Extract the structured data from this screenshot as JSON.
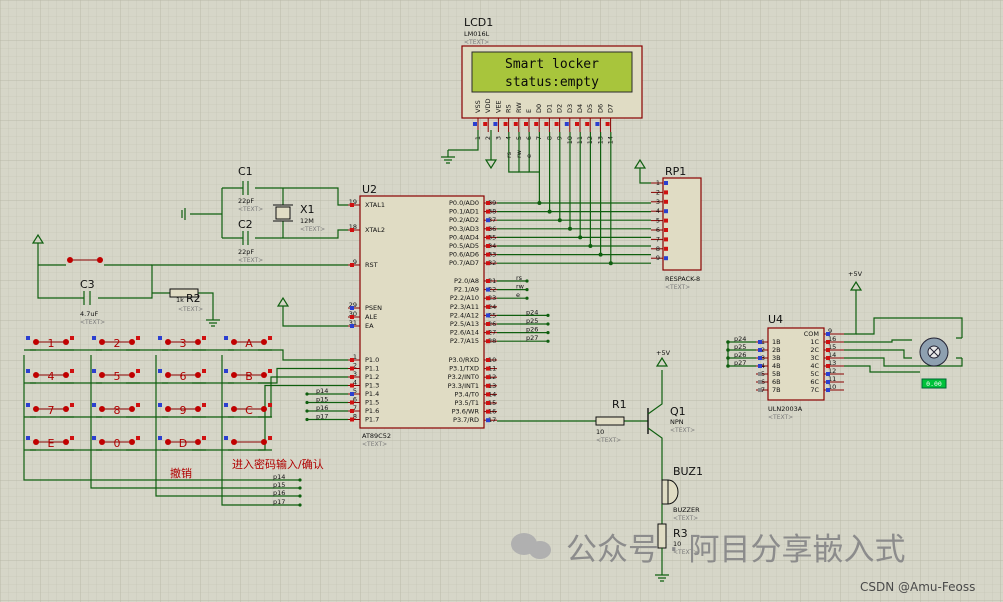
{
  "lcd": {
    "ref": "LCD1",
    "model": "LM016L",
    "text_tag": "<TEXT>",
    "line1": "Smart locker",
    "line2": "status:empty",
    "pins": [
      "VSS",
      "VDD",
      "VEE",
      "RS",
      "RW",
      "E",
      "D0",
      "D1",
      "D2",
      "D3",
      "D4",
      "D5",
      "D6",
      "D7"
    ],
    "pin_numbers": [
      "1",
      "2",
      "3",
      "4",
      "5",
      "6",
      "7",
      "8",
      "9",
      "10",
      "11",
      "12",
      "13",
      "14"
    ],
    "ctrl_nets": [
      "rs",
      "rw",
      "e"
    ]
  },
  "crystal": {
    "c1_ref": "C1",
    "c1_value": "22pF",
    "c2_ref": "C2",
    "c2_value": "22pF",
    "x_ref": "X1",
    "x_value": "12M",
    "text_tag": "<TEXT>"
  },
  "reset": {
    "c3_ref": "C3",
    "c3_value": "4.7uF",
    "r2_ref": "R2",
    "r2_value": "1k",
    "text_tag": "<TEXT>"
  },
  "mcu": {
    "ref": "U2",
    "model": "AT89C52",
    "text_tag": "<TEXT>",
    "left_pins": [
      {
        "num": "19",
        "name": "XTAL1"
      },
      {
        "num": "18",
        "name": "XTAL2"
      },
      {
        "num": "9",
        "name": "RST"
      },
      {
        "num": "29",
        "name": "PSEN"
      },
      {
        "num": "30",
        "name": "ALE"
      },
      {
        "num": "31",
        "name": "EA"
      },
      {
        "num": "1",
        "name": "P1.0"
      },
      {
        "num": "2",
        "name": "P1.1"
      },
      {
        "num": "3",
        "name": "P1.2"
      },
      {
        "num": "4",
        "name": "P1.3"
      },
      {
        "num": "5",
        "name": "P1.4"
      },
      {
        "num": "6",
        "name": "P1.5"
      },
      {
        "num": "7",
        "name": "P1.6"
      },
      {
        "num": "8",
        "name": "P1.7"
      }
    ],
    "right_pins": [
      {
        "num": "39",
        "name": "P0.0/AD0"
      },
      {
        "num": "38",
        "name": "P0.1/AD1"
      },
      {
        "num": "37",
        "name": "P0.2/AD2"
      },
      {
        "num": "36",
        "name": "P0.3/AD3"
      },
      {
        "num": "35",
        "name": "P0.4/AD4"
      },
      {
        "num": "34",
        "name": "P0.5/AD5"
      },
      {
        "num": "33",
        "name": "P0.6/AD6"
      },
      {
        "num": "32",
        "name": "P0.7/AD7"
      },
      {
        "num": "21",
        "name": "P2.0/A8"
      },
      {
        "num": "22",
        "name": "P2.1/A9"
      },
      {
        "num": "23",
        "name": "P2.2/A10"
      },
      {
        "num": "24",
        "name": "P2.3/A11"
      },
      {
        "num": "25",
        "name": "P2.4/A12"
      },
      {
        "num": "26",
        "name": "P2.5/A13"
      },
      {
        "num": "27",
        "name": "P2.6/A14"
      },
      {
        "num": "28",
        "name": "P2.7/A15"
      },
      {
        "num": "10",
        "name": "P3.0/RXD"
      },
      {
        "num": "11",
        "name": "P3.1/TXD"
      },
      {
        "num": "12",
        "name": "P3.2/INT0"
      },
      {
        "num": "13",
        "name": "P3.3/INT1"
      },
      {
        "num": "14",
        "name": "P3.4/T0"
      },
      {
        "num": "15",
        "name": "P3.5/T1"
      },
      {
        "num": "16",
        "name": "P3.6/WR"
      },
      {
        "num": "17",
        "name": "P3.7/RD"
      }
    ],
    "p2_nets": [
      "rs",
      "rw",
      "e",
      "",
      "p24",
      "p25",
      "p26",
      "p27"
    ],
    "p1_nets": [
      "p14",
      "p15",
      "p16",
      "p17"
    ]
  },
  "rp1": {
    "ref": "RP1",
    "model": "RESPACK-8",
    "text_tag": "<TEXT>",
    "pins": [
      "1",
      "2",
      "3",
      "4",
      "5",
      "6",
      "7",
      "8",
      "9"
    ]
  },
  "keypad": {
    "keys": [
      [
        "1",
        "2",
        "3",
        "A"
      ],
      [
        "4",
        "5",
        "6",
        "B"
      ],
      [
        "7",
        "8",
        "9",
        "C"
      ],
      [
        "E",
        "0",
        "D",
        ""
      ]
    ],
    "cancel_label": "撤销",
    "enter_label": "进入密码输入/确认",
    "col_nets": [
      "p14",
      "p15",
      "p16",
      "p17"
    ]
  },
  "buzzer": {
    "r1_ref": "R1",
    "r1_value": "10",
    "q1_ref": "Q1",
    "q1_type": "NPN",
    "buz_ref": "BUZ1",
    "buz_type": "BUZZER",
    "r3_ref": "R3",
    "r3_value": "10",
    "supply": "+5V",
    "text_tag": "<TEXT>"
  },
  "driver": {
    "ref": "U4",
    "model": "ULN2003A",
    "text_tag": "<TEXT>",
    "supply": "+5V",
    "left_pins": [
      {
        "num": "1",
        "name": "1B"
      },
      {
        "num": "2",
        "name": "2B"
      },
      {
        "num": "3",
        "name": "3B"
      },
      {
        "num": "4",
        "name": "4B"
      },
      {
        "num": "5",
        "name": "5B"
      },
      {
        "num": "6",
        "name": "6B"
      },
      {
        "num": "7",
        "name": "7B"
      }
    ],
    "right_pins": [
      {
        "num": "9",
        "name": "COM"
      },
      {
        "num": "16",
        "name": "1C"
      },
      {
        "num": "15",
        "name": "2C"
      },
      {
        "num": "14",
        "name": "3C"
      },
      {
        "num": "13",
        "name": "4C"
      },
      {
        "num": "12",
        "name": "5C"
      },
      {
        "num": "11",
        "name": "6C"
      },
      {
        "num": "10",
        "name": "7C"
      }
    ],
    "in_nets": [
      "p24",
      "p25",
      "p26",
      "p27"
    ]
  },
  "motor": {
    "readout": "0.00"
  },
  "watermark": {
    "text": "公众号 · 阿目分享嵌入式",
    "credit": "CSDN @Amu-Feoss"
  }
}
